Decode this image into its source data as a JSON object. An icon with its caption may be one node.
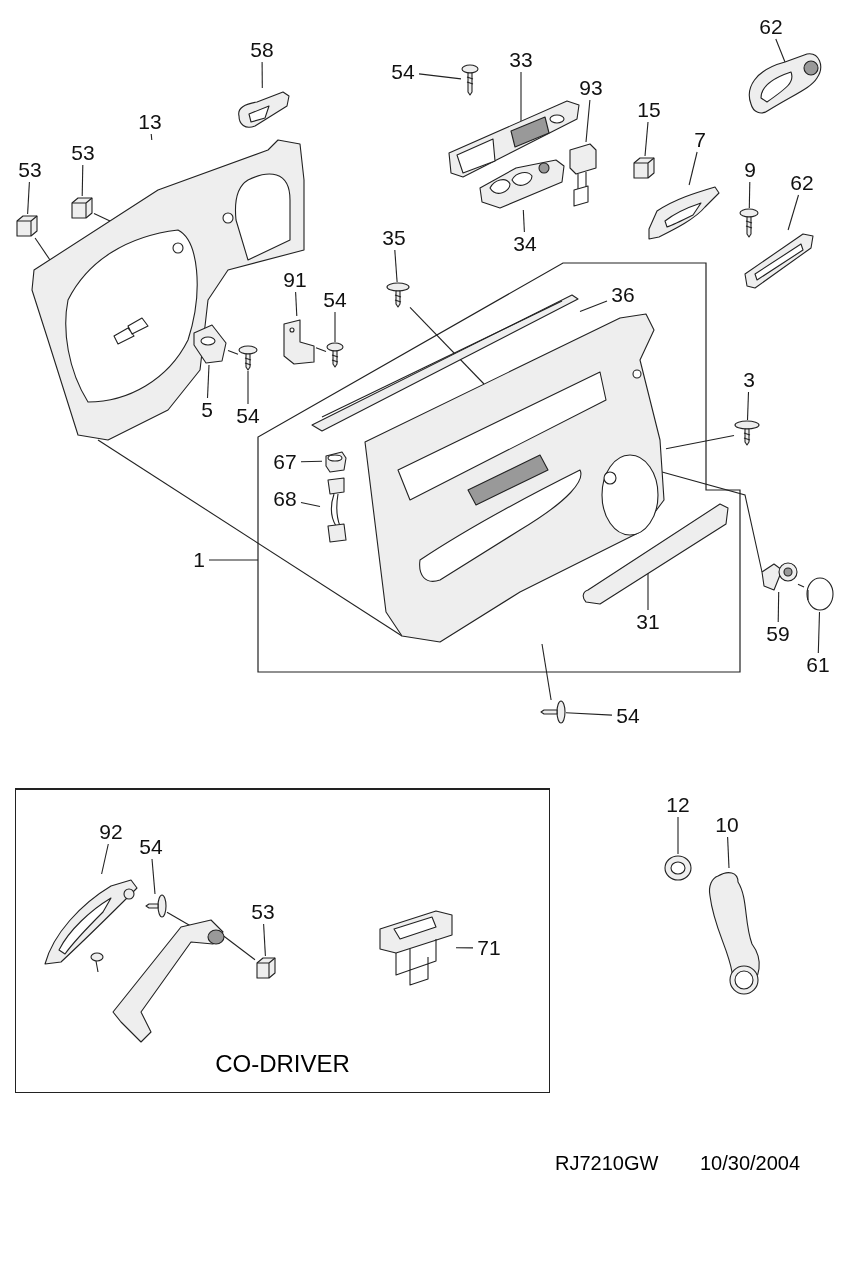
{
  "diagram": {
    "nodes": [
      {
        "text": [
          "62"
        ]
      },
      {
        "text": [],
        "shape": "picture"
      },
      {
        "text": [
          "58"
        ]
      },
      {
        "text": [],
        "shape": "picture"
      },
      {
        "text": [
          "54"
        ]
      },
      {
        "text": [],
        "shape": "picture"
      },
      {
        "text": [
          "33"
        ]
      },
      {
        "text": [],
        "shape": "picture"
      },
      {
        "text": [
          "93"
        ]
      },
      {
        "text": [],
        "shape": "picture"
      },
      {
        "text": [
          "15"
        ]
      },
      {
        "text": [],
        "shape": "box"
      },
      {
        "text": [
          "7"
        ]
      },
      {
        "text": [],
        "shape": "picture"
      },
      {
        "text": [
          "53"
        ]
      },
      {
        "text": [],
        "shape": "box"
      },
      {
        "text": [
          "53"
        ]
      },
      {
        "text": [],
        "shape": "box"
      },
      {
        "text": [
          "13"
        ]
      },
      {
        "text": [],
        "shape": "picture"
      },
      {
        "text": [
          "9"
        ]
      },
      {
        "text": [],
        "shape": "picture"
      },
      {
        "text": [
          "62"
        ]
      },
      {
        "text": [],
        "shape": "picture"
      },
      {
        "text": [
          "34"
        ]
      },
      {
        "text": [],
        "shape": "picture"
      },
      {
        "text": [
          "35"
        ]
      },
      {
        "text": [],
        "shape": "picture"
      },
      {
        "text": [
          "91"
        ]
      },
      {
        "text": [],
        "shape": "picture"
      },
      {
        "text": [
          "54"
        ]
      },
      {
        "text": [],
        "shape": "picture"
      },
      {
        "text": [
          "36"
        ],
        "in": 45
      },
      {
        "text": [],
        "shape": "picture",
        "in": 45
      },
      {
        "text": [
          "3"
        ]
      },
      {
        "text": [],
        "shape": "picture"
      },
      {
        "text": [
          "5"
        ]
      },
      {
        "text": [],
        "shape": "picture"
      },
      {
        "text": [
          "54"
        ]
      },
      {
        "text": [],
        "shape": "picture"
      },
      {
        "text": [
          "67"
        ],
        "in": 45
      },
      {
        "text": [],
        "shape": "picture",
        "in": 45
      },
      {
        "text": [
          "68"
        ],
        "in": 45
      },
      {
        "text": [],
        "shape": "picture",
        "in": 45
      },
      {
        "text": [
          "1"
        ]
      },
      {
        "text": [],
        "shape": "box"
      },
      {
        "text": [
          "31"
        ],
        "in": 45
      },
      {
        "text": [],
        "shape": "picture",
        "in": 45
      },
      {
        "text": [
          "59"
        ]
      },
      {
        "text": [],
        "shape": "picture"
      },
      {
        "text": [
          "61"
        ]
      },
      {
        "text": [],
        "shape": "picture"
      },
      {
        "text": [
          "54"
        ]
      },
      {
        "text": [],
        "shape": "picture"
      },
      {
        "text": [
          "CO-DRIVER"
        ]
      },
      {
        "text": [
          "92"
        ],
        "in": 54
      },
      {
        "text": [],
        "shape": "picture",
        "in": 54
      },
      {
        "text": [
          "54"
        ],
        "in": 54
      },
      {
        "text": [],
        "shape": "picture",
        "in": 54
      },
      {
        "text": [
          "53"
        ],
        "in": 54
      },
      {
        "text": [],
        "shape": "box",
        "in": 54
      },
      {
        "text": [
          "71"
        ],
        "in": 54
      },
      {
        "text": [],
        "shape": "picture",
        "in": 54
      },
      {
        "text": [
          "12"
        ]
      },
      {
        "text": [],
        "shape": "picture"
      },
      {
        "text": [
          "10"
        ]
      },
      {
        "text": [],
        "shape": "picture"
      },
      {
        "text": [],
        "shape": "picture",
        "in": 54
      },
      {
        "text": [],
        "shape": "picture",
        "in": 45
      }
    ],
    "edges": [
      {
        "from": 0,
        "to": 1,
        "arrow": "none"
      },
      {
        "from": 2,
        "to": 3,
        "arrow": "none"
      },
      {
        "from": 4,
        "to": 5,
        "arrow": "none"
      },
      {
        "from": 6,
        "to": 7,
        "arrow": "none"
      },
      {
        "from": 8,
        "to": 9,
        "arrow": "none"
      },
      {
        "from": 10,
        "to": 11,
        "arrow": "none"
      },
      {
        "from": 12,
        "to": 13,
        "arrow": "none"
      },
      {
        "from": 14,
        "to": 15,
        "arrow": "none"
      },
      {
        "from": 16,
        "to": 17,
        "arrow": "none"
      },
      {
        "from": 18,
        "to": 19,
        "arrow": "none"
      },
      {
        "from": 20,
        "to": 21,
        "arrow": "none"
      },
      {
        "from": 22,
        "to": 23,
        "arrow": "none"
      },
      {
        "from": 24,
        "to": 25,
        "arrow": "none"
      },
      {
        "from": 26,
        "to": 27,
        "arrow": "none"
      },
      {
        "from": 28,
        "to": 29,
        "arrow": "none"
      },
      {
        "from": 30,
        "to": 31,
        "arrow": "none"
      },
      {
        "from": 32,
        "to": 33,
        "arrow": "none"
      },
      {
        "from": 34,
        "to": 35,
        "arrow": "none"
      },
      {
        "from": 36,
        "to": 37,
        "arrow": "none"
      },
      {
        "from": 38,
        "to": 39,
        "arrow": "none"
      },
      {
        "from": 40,
        "to": 41,
        "arrow": "none"
      },
      {
        "from": 42,
        "to": 43,
        "arrow": "none"
      },
      {
        "from": 44,
        "to": 45,
        "arrow": "none"
      },
      {
        "from": 46,
        "to": 47,
        "arrow": "none"
      },
      {
        "from": 48,
        "to": 49,
        "arrow": "none"
      },
      {
        "from": 50,
        "to": 51,
        "arrow": "none"
      },
      {
        "from": 52,
        "to": 53,
        "arrow": "none"
      },
      {
        "from": 55,
        "to": 56,
        "arrow": "none"
      },
      {
        "from": 57,
        "to": 58,
        "arrow": "none"
      },
      {
        "from": 59,
        "to": 60,
        "arrow": "none"
      },
      {
        "from": 61,
        "to": 62,
        "arrow": "none"
      },
      {
        "from": 63,
        "to": 64,
        "arrow": "none"
      },
      {
        "from": 65,
        "to": 66,
        "arrow": "none"
      },
      {
        "from": 15,
        "to": 19,
        "arrow": "none"
      },
      {
        "from": 17,
        "to": 19,
        "arrow": "none"
      },
      {
        "from": 29,
        "to": 31,
        "arrow": "none"
      },
      {
        "from": 37,
        "to": 39,
        "arrow": "none"
      },
      {
        "from": 19,
        "to": 68,
        "arrow": "none"
      },
      {
        "from": 27,
        "to": 68,
        "arrow": "none"
      },
      {
        "from": 68,
        "to": 35,
        "arrow": "none"
      },
      {
        "from": 68,
        "to": 49,
        "arrow": "none"
      },
      {
        "from": 49,
        "to": 51,
        "arrow": "none"
      },
      {
        "from": 68,
        "to": 53,
        "arrow": "none"
      },
      {
        "from": 58,
        "to": 67,
        "arrow": "none"
      },
      {
        "from": 67,
        "to": 60,
        "arrow": "none"
      }
    ],
    "labels": [
      "RJ7210GW",
      "10/30/2004"
    ]
  }
}
